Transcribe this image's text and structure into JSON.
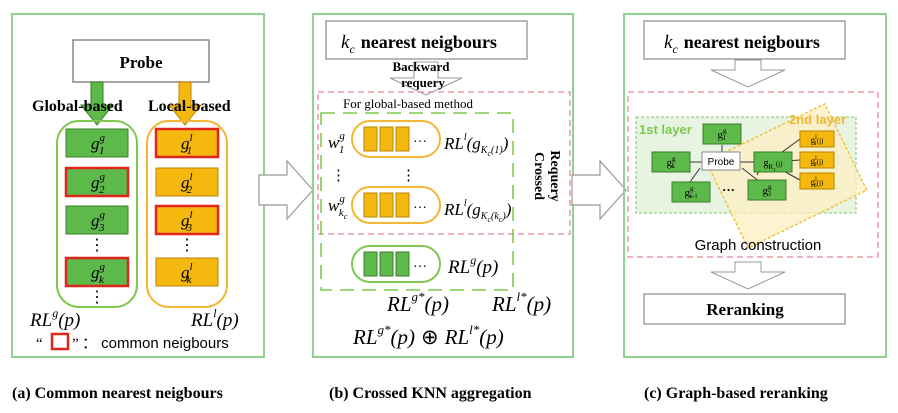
{
  "colors": {
    "panel_border": "#8fd18f",
    "green_fill": "#5db94a",
    "green_dark": "#3c7d2c",
    "green_border": "#7ec850",
    "orange_fill": "#f5b80e",
    "orange_dark": "#b98300",
    "orange_border": "#f2b633",
    "red_highlight": "#e0251b",
    "pink_dash": "#e58a93",
    "text": "#000000"
  },
  "panel_a": {
    "probe_label": "Probe",
    "global_label": "Global-based",
    "local_label": "Local-based",
    "global_items": [
      "g",
      "g",
      "g",
      "g"
    ],
    "global_sup": "g",
    "global_subs": [
      "1",
      "2",
      "3",
      "k"
    ],
    "global_highlight": [
      false,
      true,
      false,
      true
    ],
    "local_items": [
      "g",
      "g",
      "g",
      "g"
    ],
    "local_sup": "l",
    "local_subs": [
      "1",
      "2",
      "3",
      "k"
    ],
    "local_highlight": [
      true,
      false,
      true,
      false
    ],
    "ellipsis": "⋮",
    "rl_global": "RL",
    "rl_global_sup": "g",
    "rl_global_arg": "(p)",
    "rl_local": "RL",
    "rl_local_sup": "l",
    "rl_local_arg": "(p)",
    "legend_open_quote": "“",
    "legend_close_quote": "”",
    "legend_text": "： common neigbours",
    "caption": "(a) Common nearest neigbours"
  },
  "panel_b": {
    "kc_symbol": "k",
    "kc_sub": "c",
    "kc_text": "nearest neigbours",
    "backward_line1": "Backward",
    "backward_line2": "requery",
    "global_method": "For global-based method",
    "crossed_line1": "Crossed",
    "crossed_line2": "Requery",
    "weight_1": "w",
    "weight_1_sup": "g",
    "weight_1_sub": "1",
    "weight_kc": "w",
    "weight_kc_sup": "g",
    "weight_kc_sub": "k",
    "weight_kc_subsub": "c",
    "row_dots": "···",
    "vertical_dots": "⋮",
    "rl_row1": "RL",
    "rl_row1_sup": "l",
    "rl_row1_arg": "(g",
    "rl_row1_argsub": "K",
    "rl_row1_argsub2": "c",
    "rl_row1_argtail": "(1)",
    "rl_row1_close": ")",
    "rl_rowk": "RL",
    "rl_rowk_sup": "l",
    "rl_rowk_arg": "(g",
    "rl_rowk_argsub": "K",
    "rl_rowk_argsub2": "c",
    "rl_rowk_argtail": "(k",
    "rl_rowk_argtail2": "c",
    "rl_rowk_argclose": ")",
    "rl_rowk_close": ")",
    "rl_green": "RL",
    "rl_green_sup": "g",
    "rl_green_arg": "(p)",
    "rlg_star": "RL",
    "rlg_star_sup": "g*",
    "rlg_star_arg": "(p)",
    "rll_star": "RL",
    "rll_star_sup": "l*",
    "rll_star_arg": "(p)",
    "formula_a": "RL",
    "formula_a_sup": "g*",
    "formula_a_arg": "(p)",
    "formula_op": "⊕",
    "formula_b": "RL",
    "formula_b_sup": "l*",
    "formula_b_arg": "(p)",
    "caption": "(b) Crossed KNN aggregation"
  },
  "panel_c": {
    "kc_symbol": "k",
    "kc_sub": "c",
    "kc_text": "nearest neigbours",
    "layer1": "1st layer",
    "layer2": "2nd layer",
    "probe_node": "Probe",
    "node_g1": "g",
    "node_g1_sup": "g",
    "node_g1_sub": "1",
    "node_gk": "g",
    "node_gk_sup": "g",
    "node_gk_sub": "k",
    "node_gk1": "g",
    "node_gk1_sup": "g",
    "node_gk1_sub": "k-1",
    "node_g3": "g",
    "node_g3_sup": "g",
    "node_g3_sub": "3",
    "node_gkc": "g",
    "node_gkc_sub": "K",
    "node_gkc_sub2": "c",
    "node_gkc_tail": "(j)",
    "node_o1": "g",
    "node_o1_sup": "l",
    "node_o1_sub": "1",
    "node_o1_tail": "(j)",
    "node_o2": "g",
    "node_o2_sup": "l",
    "node_o2_sub": "2",
    "node_o2_tail": "(j)",
    "node_o3": "g",
    "node_o3_sup": "l",
    "node_o3_sub": "3",
    "node_o3_tail": "(j)",
    "dots": "···",
    "graph_label": "Graph construction",
    "rerank_label": "Reranking",
    "caption": "(c) Graph-based reranking"
  }
}
